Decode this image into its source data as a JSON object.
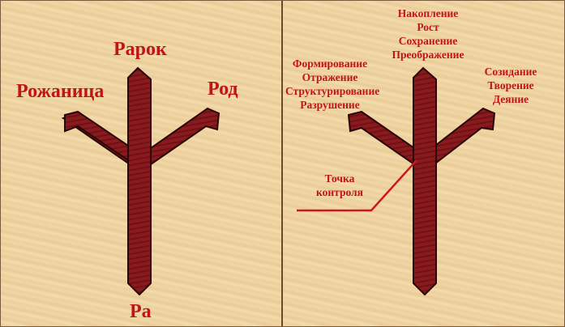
{
  "left": {
    "labels": {
      "top": "Рарок",
      "left": "Рожаница",
      "right": "Род",
      "bottom": "Ра"
    }
  },
  "right": {
    "top_list": [
      "Накопление",
      "Рост",
      "Сохранение",
      "Преображение"
    ],
    "left_list": [
      "Формирование",
      "Отражение",
      "Структурирование",
      "Разрушение"
    ],
    "right_list": [
      "Созидание",
      "Творение",
      "Деяние"
    ],
    "control_point": [
      "Точка",
      "контроля"
    ]
  },
  "colors": {
    "rune_fill": "#8a1a1e",
    "rune_stroke": "#2a0606",
    "text": "#c0141a",
    "line": "#d0161c"
  }
}
